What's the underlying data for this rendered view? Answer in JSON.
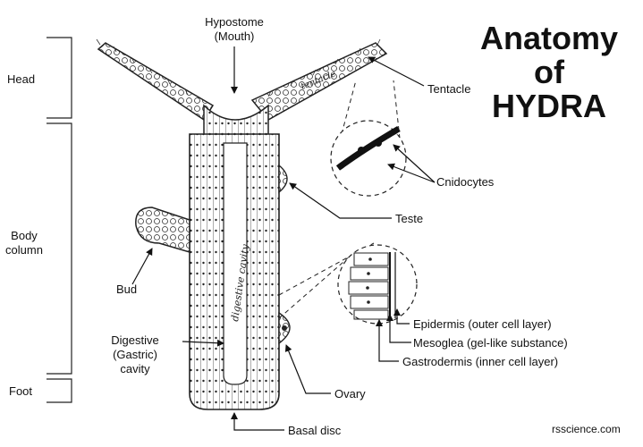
{
  "title": {
    "line1": "Anatomy",
    "line2": "of",
    "line3": "HYDRA"
  },
  "regions": {
    "head": "Head",
    "body_line1": "Body",
    "body_line2": "column",
    "foot": "Foot"
  },
  "labels": {
    "hypostome_line1": "Hypostome",
    "hypostome_line2": "(Mouth)",
    "tentacle": "Tentacle",
    "cnidocytes": "Cnidocytes",
    "teste": "Teste",
    "bud": "Bud",
    "epidermis": "Epidermis (outer cell layer)",
    "mesoglea": "Mesoglea (gel-like substance)",
    "gastrodermis": "Gastrodermis (inner cell layer)",
    "digestive_line1": "Digestive",
    "digestive_line2": "(Gastric)",
    "digestive_line3": "cavity",
    "ovary": "Ovary",
    "basal_disc": "Basal disc"
  },
  "in_figure": {
    "tentacle_script": "tentacle",
    "cavity_script": "digestive cavity"
  },
  "credit": "rsscience.com"
}
